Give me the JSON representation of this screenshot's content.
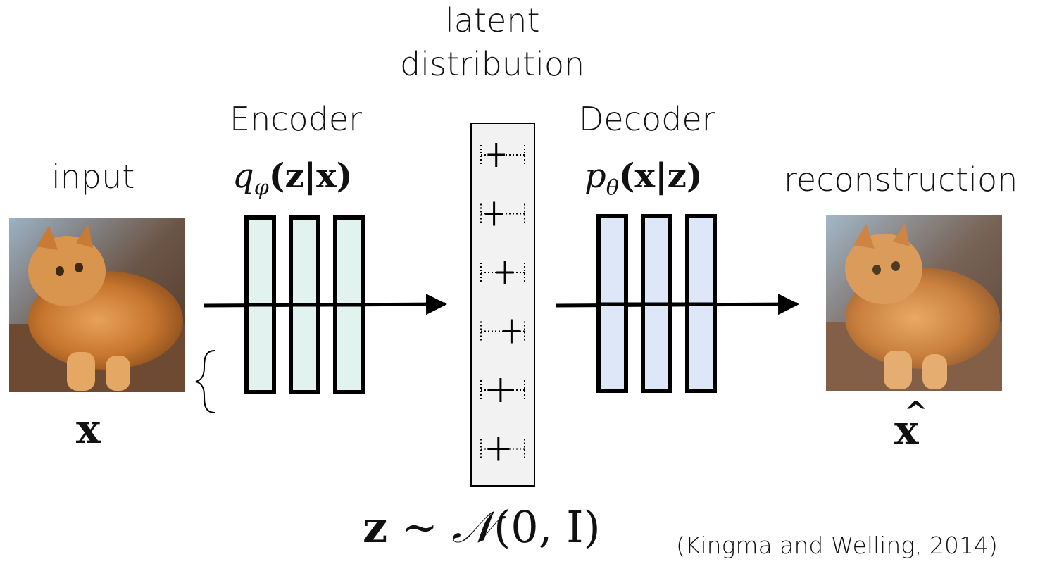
{
  "labels": {
    "latent_line1": "latent",
    "latent_line2": "distribution",
    "encoder": "Encoder",
    "decoder": "Decoder",
    "input": "input",
    "reconstruction": "reconstruction",
    "citation": "(Kingma and Welling, 2014)"
  },
  "math": {
    "encoder_q": "q",
    "encoder_sub": "φ",
    "encoder_args": "(z|x)",
    "decoder_p": "p",
    "decoder_sub": "θ",
    "decoder_args": "(x|z)",
    "input_var": "x",
    "recon_var": "x",
    "recon_hat": "^",
    "prior_z": "z",
    "prior_sim": "∼",
    "prior_N": "𝒩",
    "prior_args": "(0, I)"
  },
  "images": {
    "input_image": "cat-photo-image",
    "reconstruction_image": "cat-photo-reconstruction-image"
  },
  "colors": {
    "encoder_fill": "#e2f2ee",
    "decoder_fill": "#dde7f8",
    "latent_fill": "#f2f2f2",
    "stroke": "#000000"
  },
  "latent_glyphs": [
    {
      "mean": 0.35,
      "std": 0.2
    },
    {
      "mean": 0.3,
      "std": 0.2
    },
    {
      "mean": 0.55,
      "std": 0.2
    },
    {
      "mean": 0.7,
      "std": 0.2
    },
    {
      "mean": 0.45,
      "std": 0.3
    },
    {
      "mean": 0.4,
      "std": 0.25
    }
  ]
}
